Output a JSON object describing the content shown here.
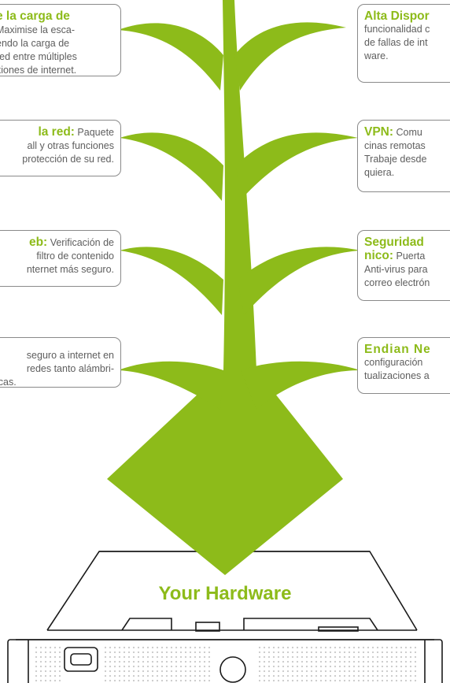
{
  "colors": {
    "brand_green": "#8dbb1a",
    "border_gray": "#8a8a8a",
    "text_gray": "#5e5e5e"
  },
  "left_cards": [
    {
      "title": "e la carga de",
      "lines": [
        "Maximise la esca-",
        "endo la carga de",
        "red entre múltiples",
        "xiones de internet."
      ]
    },
    {
      "title": "la red:",
      "title_suffix": " Paquete",
      "lines": [
        "all y otras funciones",
        "protección de su red."
      ]
    },
    {
      "title": "eb:",
      "title_suffix": " Verificación de",
      "lines": [
        "filtro de contenido",
        "nternet más seguro."
      ]
    },
    {
      "title": "",
      "lines": [
        "seguro a internet en",
        "redes tanto alámbri-",
        "icas."
      ]
    }
  ],
  "right_cards": [
    {
      "title": "Alta Dispor",
      "lines": [
        "funcionalidad c",
        "de fallas de int",
        "ware."
      ]
    },
    {
      "title": "VPN:",
      "title_suffix": " Comu",
      "lines": [
        "cinas remotas",
        "Trabaje desde",
        "quiera."
      ]
    },
    {
      "title": "Seguridad",
      "title2": "nico:",
      "title2_suffix": " Puerta",
      "lines": [
        "Anti-virus para",
        "correo electrón"
      ]
    },
    {
      "title": "Endian Ne",
      "lines": [
        "configuración",
        "tualizaciones a"
      ]
    }
  ],
  "hardware_label": "Your Hardware"
}
